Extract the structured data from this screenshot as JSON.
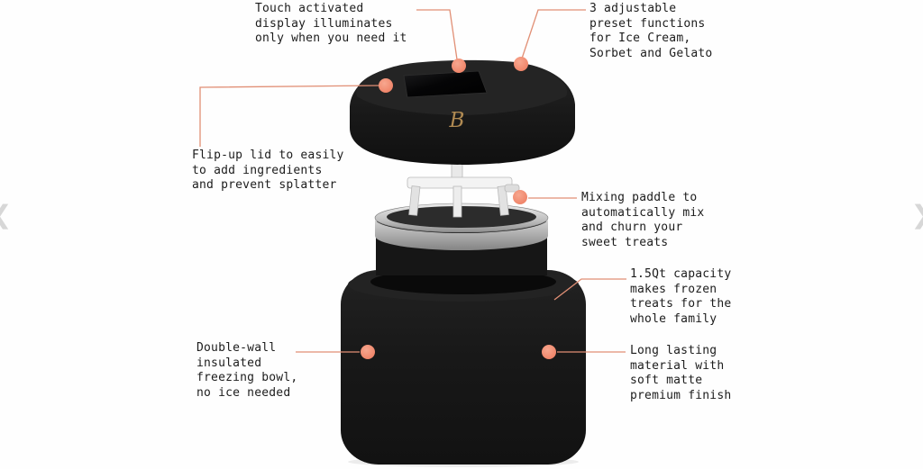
{
  "product": {
    "logo_letter": "B"
  },
  "carousel": {
    "prev_icon": "❮",
    "next_icon": "❯"
  },
  "callouts": [
    {
      "id": "touch-display",
      "text": "Touch activated\ndisplay illuminates\nonly when you need it"
    },
    {
      "id": "preset-functions",
      "text": "3 adjustable\npreset functions\nfor Ice Cream,\nSorbet and Gelato"
    },
    {
      "id": "flip-up-lid",
      "text": "Flip-up lid to easily\nto add ingredients\nand prevent splatter"
    },
    {
      "id": "mixing-paddle",
      "text": "Mixing paddle to\nautomatically mix\nand churn your\nsweet treats"
    },
    {
      "id": "capacity",
      "text": "1.5Qt capacity\nmakes frozen\ntreats for the\nwhole family"
    },
    {
      "id": "double-wall",
      "text": "Double-wall\ninsulated\nfreezing bowl,\nno ice needed"
    },
    {
      "id": "long-lasting",
      "text": "Long lasting\nmaterial with\nsoft matte\npremium finish"
    }
  ],
  "colors": {
    "accent_dot": "#F28A6E",
    "leader_line": "#E18F75",
    "text": "#1c1c1c",
    "product_black": "#171717",
    "logo_gold": "#B08A52",
    "paddle_white": "#EFEFEF",
    "rim_silver": "#C9C9C9"
  }
}
